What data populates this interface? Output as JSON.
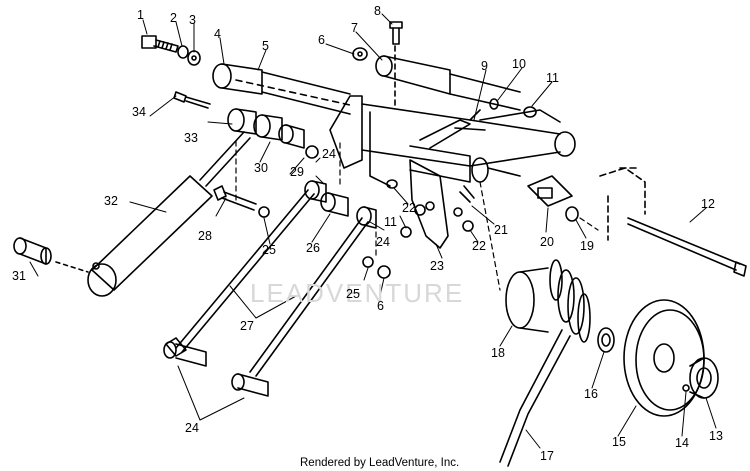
{
  "diagram": {
    "callouts": [
      "1",
      "2",
      "3",
      "4",
      "5",
      "6",
      "7",
      "8",
      "9",
      "10",
      "11",
      "12",
      "13",
      "14",
      "15",
      "16",
      "17",
      "18",
      "19",
      "20",
      "21",
      "22",
      "22",
      "23",
      "24",
      "24",
      "24",
      "25",
      "25",
      "26",
      "27",
      "28",
      "29",
      "30",
      "31",
      "32",
      "33",
      "34",
      "11",
      "6"
    ],
    "watermark": "LEADVENTURE",
    "footer": "Rendered by LeadVenture, Inc."
  }
}
